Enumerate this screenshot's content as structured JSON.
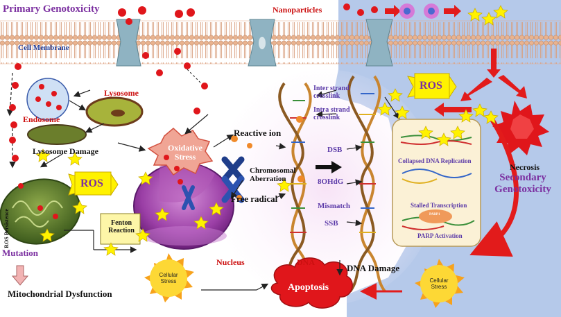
{
  "title_primary": "Primary Genotoxicity",
  "title_secondary": "Secondary Genotoxicity",
  "labels": {
    "nanoparticles": "Nanoparticles",
    "cell_membrane": "Cell Membrane",
    "lysosome": "Lysosome",
    "endosome": "Endosome",
    "lysosome_damage": "Lysosome Damage",
    "oxidative_stress": "Oxidative Stress",
    "reactive_ion": "Reactive ion",
    "free_radical": "Free radical",
    "chromosomal_aberration": "Chromosomal Aberration",
    "ros_left": "ROS",
    "ros_right": "ROS",
    "ros_persistence": "ROS Persistence",
    "fenton_reaction": "Fenton Reaction",
    "mutation": "Mutation",
    "mitochondrial_dysfunction": "Mitochondrial Dysfunction",
    "nucleus": "Nucleus",
    "dna": "DNA",
    "dna_damage": "DNA Damage",
    "apoptosis": "Apoptosis",
    "necrosis": "Necrosis",
    "cellular_stress": "Cellular Stress"
  },
  "dna_lesions": [
    "Inter strand crosslink",
    "Intra strand crosslink",
    "DSB",
    "8OHdG",
    "Mismatch",
    "SSB"
  ],
  "repair_panel": [
    "Collapsed DNA Replication",
    "Stalled Transcription",
    "PARP Activation"
  ],
  "parp_label": "PARP1",
  "colors": {
    "title": "#7b2fa0",
    "nanoparticle": "#e0161b",
    "membrane_blue": "#b3c8e8",
    "ros_yellow": "#fff200",
    "arrow_red": "#e21b1b",
    "apoptosis": "#e0161b",
    "nucleus": "#9b3fa6"
  }
}
